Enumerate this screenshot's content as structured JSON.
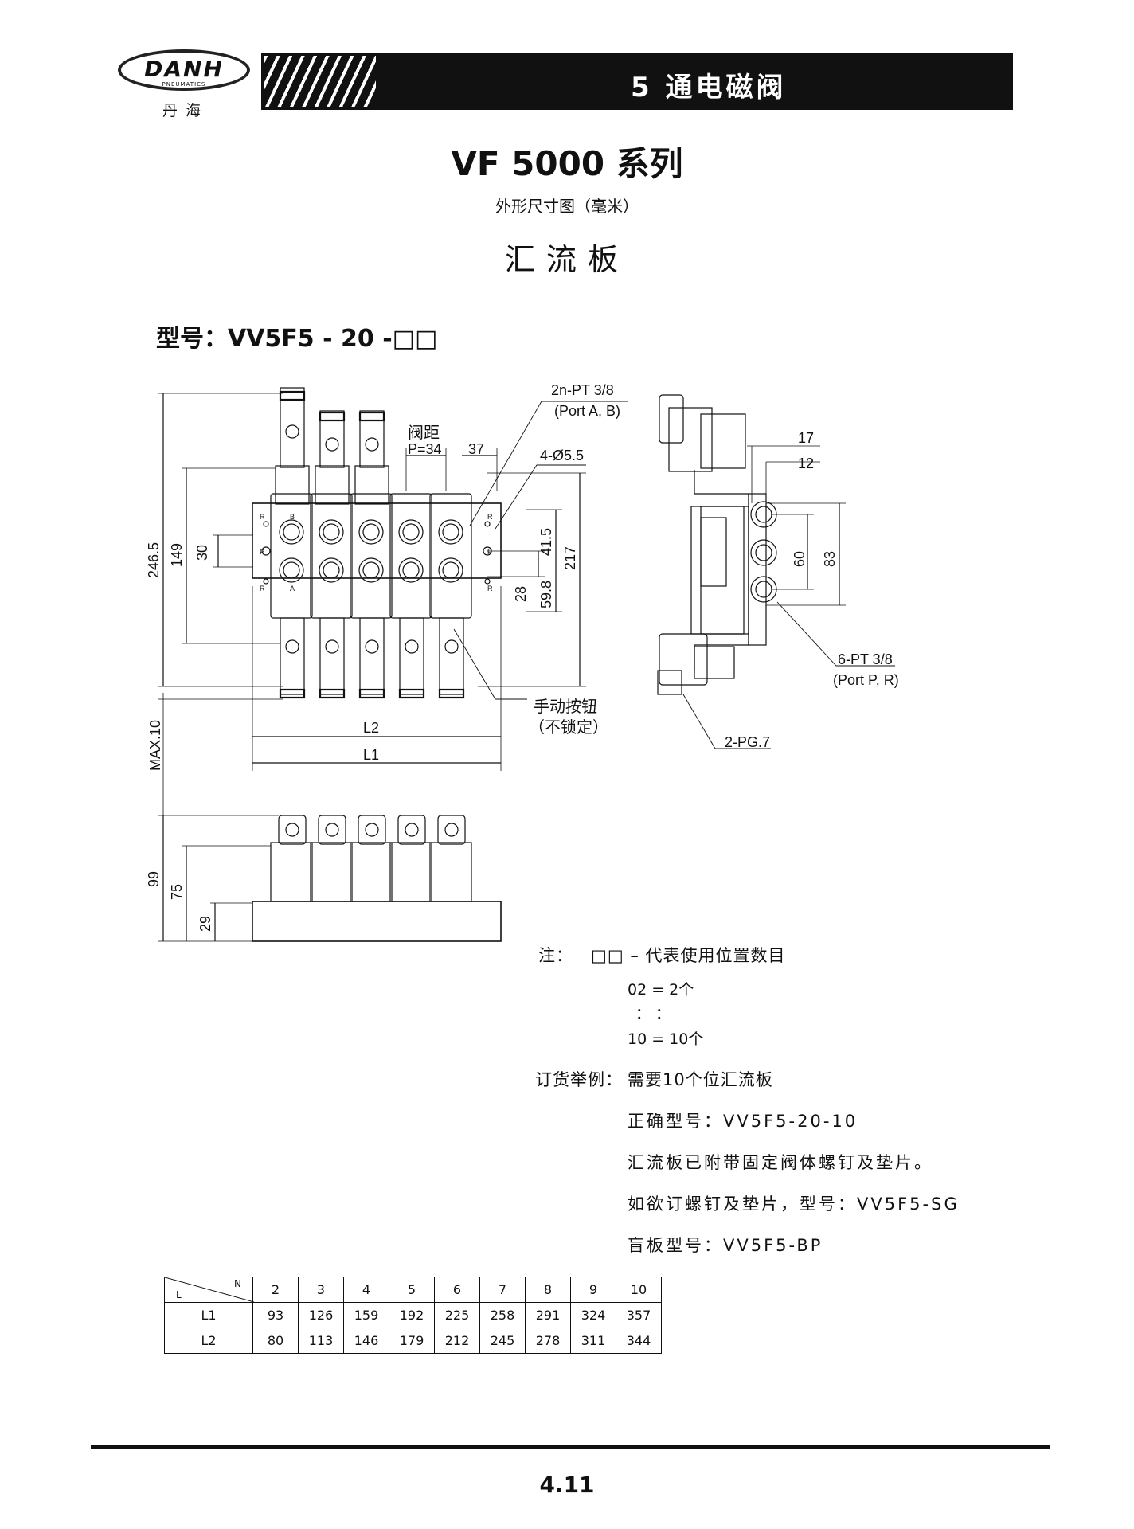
{
  "brand": {
    "mark": "DANH",
    "sub": "PNEUMATICS",
    "chinese": "丹海"
  },
  "header": {
    "title": "5 通电磁阀"
  },
  "series_title": "VF 5000 系列",
  "subtitle": "外形尺寸图（毫米）",
  "section_title": "汇流板",
  "model_line": "型号：VV5F5 - 20 -□□",
  "drawing_labels": {
    "port_ab": [
      "2n-PT 3/8",
      "(Port A, B)"
    ],
    "pitch": [
      "阀距",
      "P=34"
    ],
    "dim_37": "37",
    "holes": "4-Ø5.5",
    "dim_246_5": "246.5",
    "dim_149": "149",
    "dim_30": "30",
    "dim_41_5": "41.5",
    "dim_217": "217",
    "dim_28": "28",
    "dim_59_8": "59.8",
    "max10": "MAX.10",
    "l2": "L2",
    "l1": "L1",
    "manual": [
      "手动按钮",
      "（不锁定）"
    ],
    "dim_17": "17",
    "dim_12": "12",
    "dim_60": "60",
    "dim_83": "83",
    "port_pr": [
      "6-PT 3/8",
      "(Port P, R)"
    ],
    "pg7": "2-PG.7",
    "dim_99": "99",
    "dim_75": "75",
    "dim_29": "29",
    "port_letters": {
      "b": "B",
      "a": "A",
      "p": "P",
      "r": "R"
    }
  },
  "notes": {
    "label": "注：",
    "text": "□□ – 代表使用位置数目",
    "lines": [
      "02 = 2个",
      "：      ：",
      "10 = 10个"
    ]
  },
  "order": {
    "label": "订货举例：",
    "lines": [
      "需要10个位汇流板",
      "正确型号：VV5F5-20-10",
      "汇流板已附带固定阀体螺钉及垫片。",
      "如欲订螺钉及垫片，型号：VV5F5-SG",
      "盲板型号：VV5F5-BP"
    ]
  },
  "table": {
    "corner_row": "L",
    "corner_col": "N",
    "n_values": [
      "2",
      "3",
      "4",
      "5",
      "6",
      "7",
      "8",
      "9",
      "10"
    ],
    "rows": [
      {
        "label": "L1",
        "values": [
          "93",
          "126",
          "159",
          "192",
          "225",
          "258",
          "291",
          "324",
          "357"
        ]
      },
      {
        "label": "L2",
        "values": [
          "80",
          "113",
          "146",
          "179",
          "212",
          "245",
          "278",
          "311",
          "344"
        ]
      }
    ]
  },
  "page_number": "4.11"
}
